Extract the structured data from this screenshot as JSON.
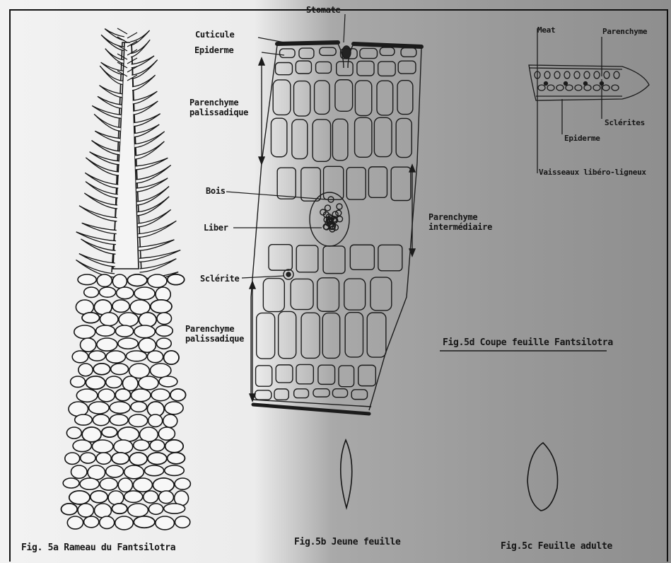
{
  "figures": {
    "fig_5a": {
      "caption": "Fig. 5a Rameau du Fantsilotra"
    },
    "fig_5b": {
      "caption": "Fig.5b Jeune feuille",
      "labels": {
        "stomate": "Stomate",
        "cuticule": "Cuticule",
        "epiderme": "Epiderme",
        "parenchyme_palissadique_top": [
          "Parenchyme",
          "palissadique"
        ],
        "bois": "Bois",
        "liber": "Liber",
        "sclerite": "Sclérite",
        "parenchyme_intermediaire": [
          "Parenchyme",
          "intermédiaire"
        ],
        "parenchyme_palissadique_bottom": [
          "Parenchyme",
          "palissadique"
        ]
      }
    },
    "fig_5d": {
      "caption": "Fig.5d Coupe feuille Fantsilotra",
      "labels": {
        "meat": "Meat",
        "parenchyme": "Parenchyme",
        "sclerites": "Sclérites",
        "epiderme": "Epiderme",
        "vaisseaux": "Vaisseaux libéro-ligneux"
      }
    },
    "fig_5c": {
      "caption": "Fig.5c Feuille adulte"
    }
  }
}
